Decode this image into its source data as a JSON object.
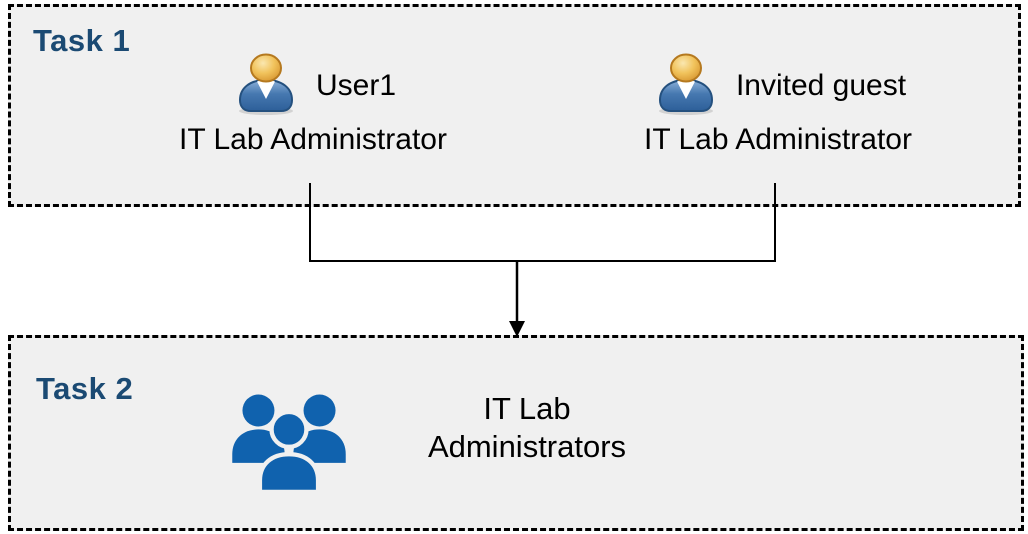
{
  "colors": {
    "task_label": "#1B4A73",
    "box_background": "#F0F0F0",
    "box_border": "#000000",
    "connector": "#000000",
    "text": "#000000",
    "group_icon_blue": "#1062AE",
    "person_body_blue": "#3E72AC",
    "person_head_gold": "#EDAF44"
  },
  "task1": {
    "label": "Task 1",
    "personas": [
      {
        "icon": "person-icon",
        "name": "User1",
        "role": "IT Lab Administrator"
      },
      {
        "icon": "person-icon",
        "name": "Invited guest",
        "role": "IT Lab Administrator"
      }
    ]
  },
  "task2": {
    "label": "Task 2",
    "group": {
      "icon": "group-icon",
      "lines": [
        "IT Lab",
        "Administrators"
      ]
    }
  },
  "connector": {
    "type": "merge-arrow",
    "description": "Lines from both Task 1 personas merge and point down into Task 2"
  }
}
